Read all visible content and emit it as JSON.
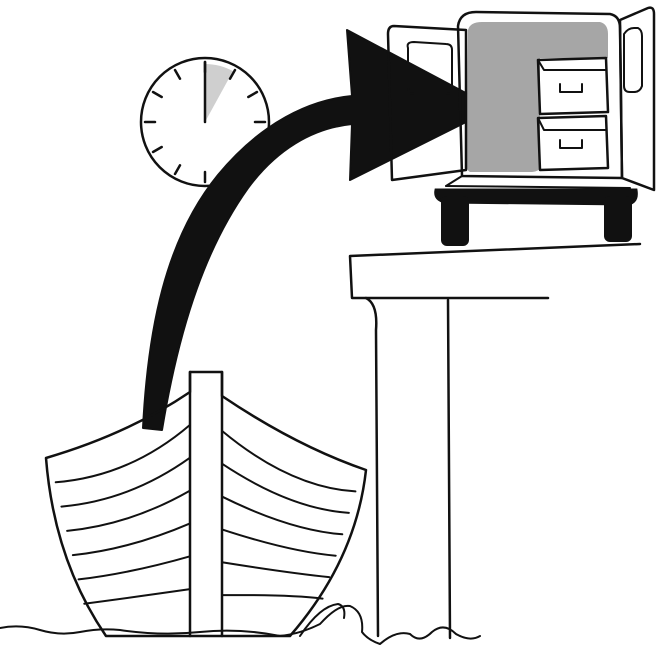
{
  "illustration": {
    "colors": {
      "ink": "#111111",
      "paper": "#ffffff",
      "cabinet_interior": "#a6a6a6",
      "clock_sector": "#cfcfcf",
      "arrow": "#111111"
    },
    "clock": {
      "icon": "clock-icon",
      "elapsed_fraction": 0.08,
      "tick_count": 12
    },
    "boat": {
      "icon": "boat-icon",
      "plank_lines": 6
    },
    "arrow": {
      "icon": "curved-arrow-icon",
      "direction": "boat-to-cabinet"
    },
    "dock": {
      "icon": "pier-icon"
    },
    "cabinet": {
      "icon": "open-cabinet-icon",
      "drawers": 2,
      "doors": 2
    }
  }
}
